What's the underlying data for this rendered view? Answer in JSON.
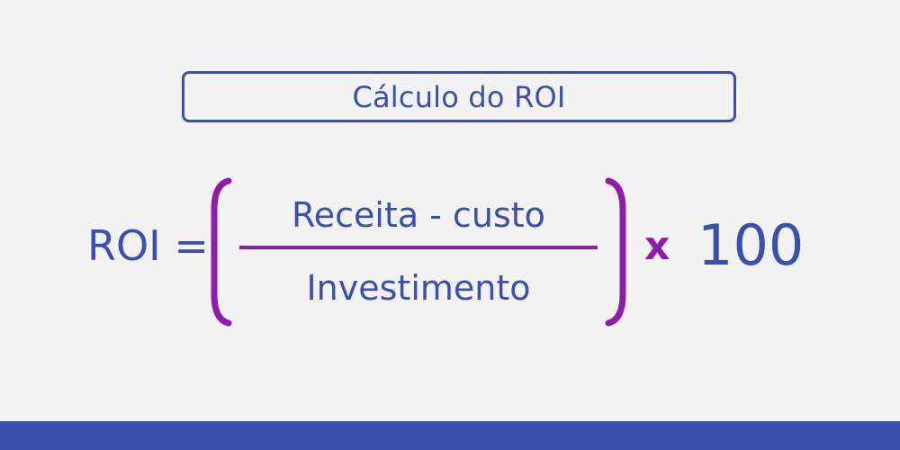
{
  "title": "Cálculo do ROI",
  "formula": {
    "lhs": "ROI =",
    "numerator": "Receita - custo",
    "denominator": "Investimento",
    "multiply": "x",
    "factor": "100"
  },
  "colors": {
    "background": "#f2f2f2",
    "primary_blue": "#3d4fae",
    "accent_purple": "#8e1cab",
    "bottom_bar": "#3c4fae"
  }
}
